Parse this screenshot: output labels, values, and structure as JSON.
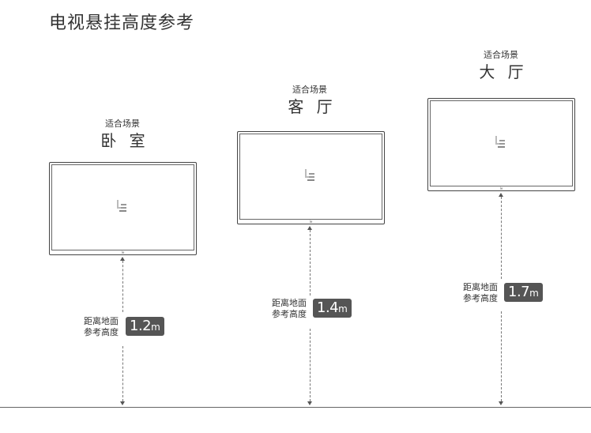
{
  "page": {
    "title": "电视悬挂高度参考"
  },
  "labels": {
    "caption": "适合场景",
    "distance_line1": "距离地面",
    "distance_line2": "参考高度",
    "unit": "m",
    "tv_mark": "le"
  },
  "colors": {
    "text": "#333333",
    "badge": "#555555",
    "badge_text": "#ffffff",
    "tv_frame": "#444444",
    "dashed_line": "#777777",
    "floor": "#666666"
  },
  "scenes": [
    {
      "name": "卧 室",
      "height_value": "1.2"
    },
    {
      "name": "客 厅",
      "height_value": "1.4"
    },
    {
      "name": "大 厅",
      "height_value": "1.7"
    }
  ]
}
